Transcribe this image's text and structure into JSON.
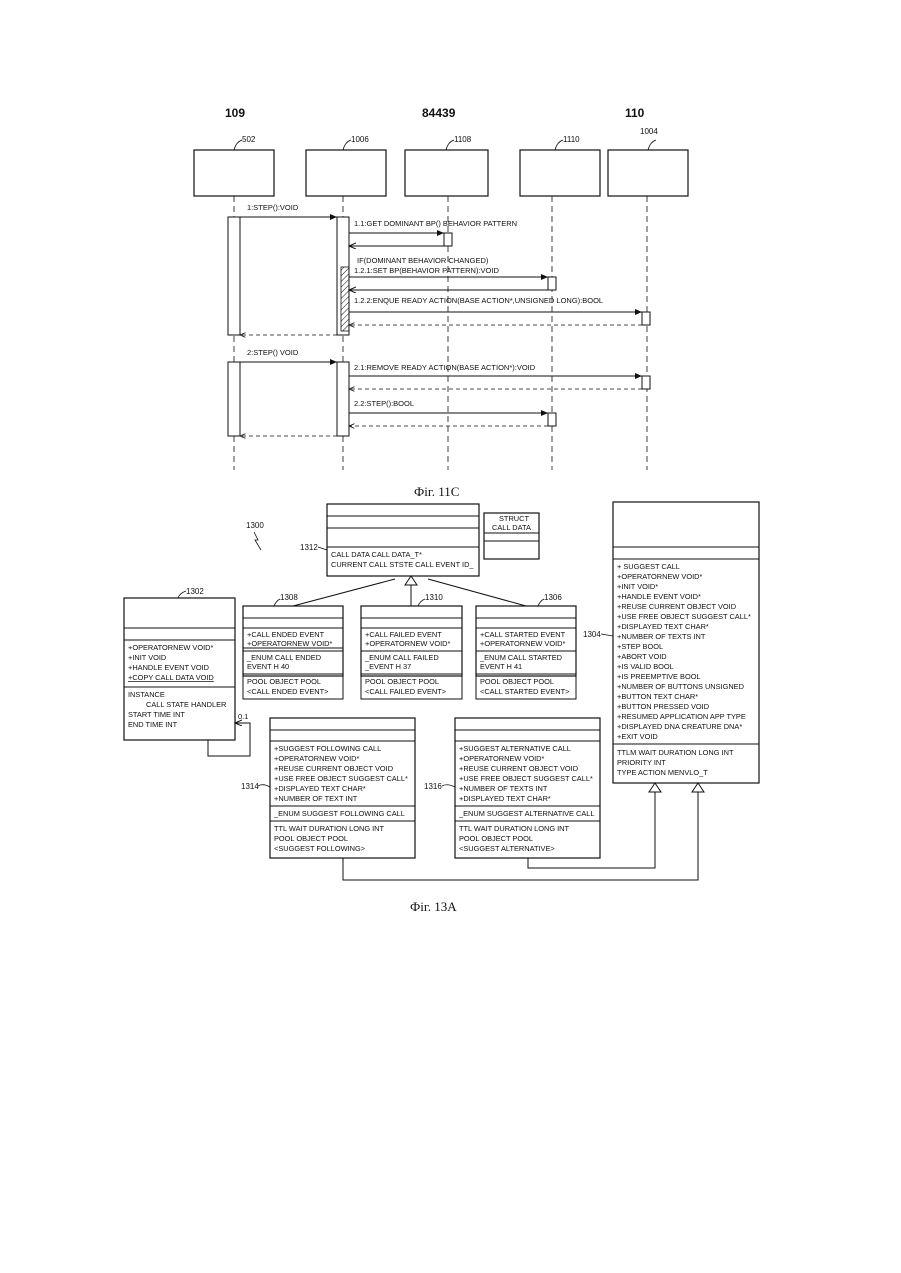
{
  "header": {
    "left": "109",
    "center": "84439",
    "right": "110"
  },
  "fig11c": {
    "caption": "Фіг. 11С",
    "objects": {
      "o502": "502",
      "o1006": "1006",
      "o1108": "1108",
      "o1110": "1110",
      "o1004": "1004"
    },
    "messages": {
      "m1": "1:STEP():VOID",
      "m11": "1.1:GET DOMINANT BP() BEHAVIOR PATTERN",
      "m_if": "IF(DOMINANT BEHAVIOR CHANGED)",
      "m121": "1.2.1:SET BP(BEHAVIOR PATTERN):VOID",
      "m122": "1.2.2:ENQUE READY ACTION(BASE ACTION*,UNSIGNED LONG):BOOL",
      "m2": "2:STEP() VOID",
      "m21": "2.1:REMOVE READY ACTION(BASE ACTION*):VOID",
      "m22": "2.2:STEP():BOOL"
    }
  },
  "fig13a": {
    "caption": "Фіг. 13А",
    "refs": {
      "r1300": "1300",
      "r1312": "1312",
      "r1302": "1302",
      "r1308": "1308",
      "r1310": "1310",
      "r1306": "1306",
      "r1304": "1304",
      "r1314": "1314",
      "r1316": "1316",
      "mult": "0.1"
    },
    "struct": {
      "line1": "STRUCT",
      "line2": "CALL DATA"
    },
    "c1312": {
      "attrs": [
        "CALL DATA CALL DATA_T*",
        "CURRENT CALL STSTE CALL EVENT ID_"
      ]
    },
    "c1302": {
      "ops": [
        "+OPERATORNEW VOID*",
        "+INIT VOID",
        "+HANDLE EVENT VOID",
        "+COPY CALL DATA VOID"
      ],
      "attrs": [
        "INSTANCE",
        "CALL STATE HANDLER",
        "START TIME INT",
        "END TIME INT"
      ]
    },
    "c1308": {
      "ops": [
        "+CALL ENDED EVENT",
        "+OPERATORNEW VOID*"
      ],
      "enum": [
        "_ENUM CALL ENDED",
        "EVENT H 40"
      ],
      "attrs": [
        "POOL OBJECT POOL",
        "<CALL ENDED EVENT>"
      ]
    },
    "c1310": {
      "ops": [
        "+CALL FAILED EVENT",
        "+OPERATORNEW VOID*"
      ],
      "enum": [
        "_ENUM CALL FAILED",
        "_EVENT H 37"
      ],
      "attrs": [
        "POOL OBJECT POOL",
        "<CALL FAILED EVENT>"
      ]
    },
    "c1306": {
      "ops": [
        "+CALL STARTED EVENT",
        "+OPERATORNEW VOID*"
      ],
      "enum": [
        "_ENUM CALL STARTED",
        "EVENT H 41"
      ],
      "attrs": [
        "POOL OBJECT POOL",
        "<CALL STARTED EVENT>"
      ]
    },
    "c1304": {
      "ops": [
        "+ SUGGEST CALL",
        "+OPERATORNEW VOID*",
        "+INIT VOID*",
        "+HANDLE EVENT VOID*",
        "+REUSE CURRENT OBJECT VOID",
        "+USE FREE OBJECT SUGGEST CALL*",
        "+DISPLAYED TEXT CHAR*",
        "+NUMBER OF TEXTS INT",
        "+STEP BOOL",
        "+ABORT VOID",
        "+IS VALID BOOL",
        "+IS PREEMPTIVE BOOL",
        "+NUMBER OF BUTTONS UNSIGNED",
        "+BUTTON TEXT CHAR*",
        "+BUTTON PRESSED VOID",
        "+RESUMED APPLICATION APP TYPE",
        "+DISPLAYED DNA CREATURE DNA*",
        "+EXIT VOID"
      ],
      "attrs": [
        "TTLM WAIT DURATION LONG INT",
        "PRIORITY INT",
        "TYPE ACTION MENVLO_T"
      ]
    },
    "c1314": {
      "ops": [
        "+SUGGEST FOLLOWING CALL",
        "+OPERATORNEW VOID*",
        "+REUSE CURRENT OBJECT VOID",
        "+USE FREE OBJECT SUGGEST CALL*",
        "+DISPLAYED TEXT CHAR*",
        "+NUMBER OF TEXT INT"
      ],
      "enum": [
        "_ENUM SUGGEST FOLLOWING CALL"
      ],
      "attrs": [
        "TTL WAIT DURATION LONG INT",
        "POOL OBJECT POOL",
        "<SUGGEST FOLLOWING>"
      ]
    },
    "c1316": {
      "ops": [
        "+SUGGEST ALTERNATIVE CALL",
        "+OPERATORNEW VOID*",
        "+REUSE CURRENT OBJECT VOID",
        "+USE FREE OBJECT SUGGEST CALL*",
        "+NUMBER OF TEXTS INT",
        "+DISPLAYED TEXT CHAR*"
      ],
      "enum": [
        "_ENUM SUGGEST ALTERNATIVE CALL"
      ],
      "attrs": [
        "TTL WAIT DURATION LONG INT",
        "POOL OBJECT POOL",
        "<SUGGEST ALTERNATIVE>"
      ]
    }
  }
}
